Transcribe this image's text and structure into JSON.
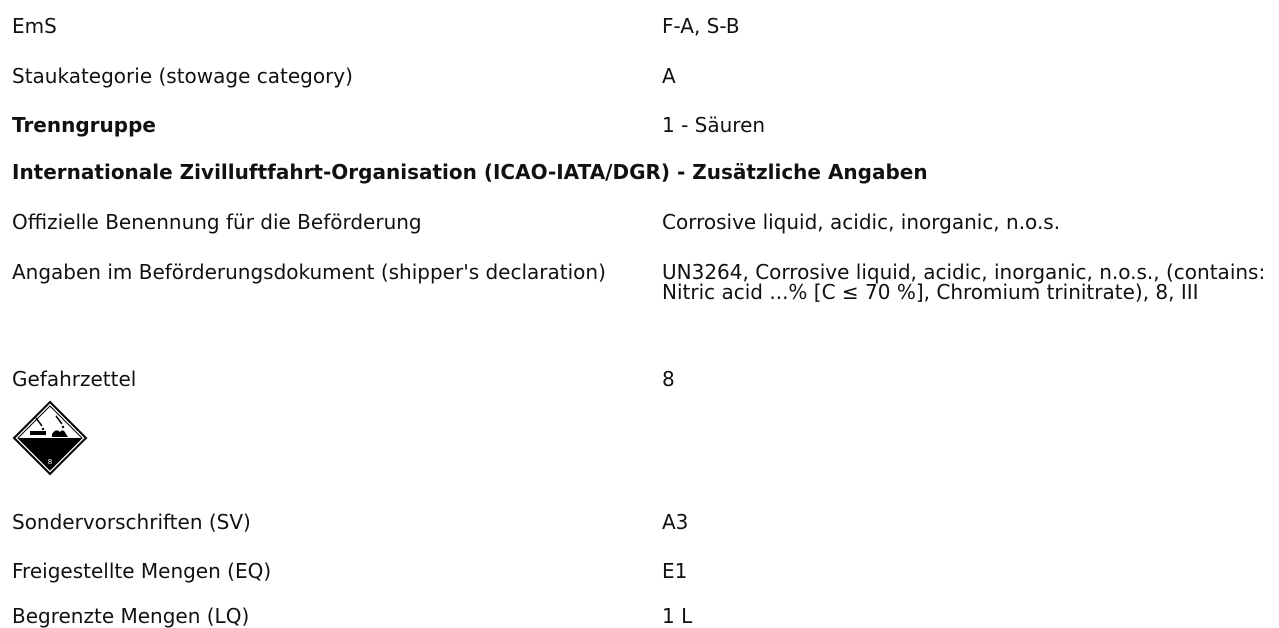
{
  "rows_top": [
    {
      "label": "EmS",
      "value": "F-A, S-B"
    },
    {
      "label": "Staukategorie (stowage category)",
      "value": "A"
    },
    {
      "label": "Trenngruppe",
      "value": "1 - Säuren"
    }
  ],
  "section_heading": "Internationale Zivilluftfahrt-Organisation (ICAO-IATA/DGR) - Zusätzliche Angaben",
  "rows_icao": [
    {
      "label": "Offizielle Benennung für die Beförderung",
      "value": "Corrosive liquid, acidic, inorganic, n.o.s."
    },
    {
      "label": "Angaben im Beförderungsdokument (shipper's declaration)",
      "value": "UN3264, Corrosive liquid, acidic, inorganic, n.o.s., (contains: Nitric acid ...% [C ≤ 70 %], Chromium trinitrate), 8, III"
    },
    {
      "label": "Gefahrzettel",
      "value": "8"
    }
  ],
  "hazard_label": {
    "icon": "corrosive-class-8-diamond-icon",
    "class_number": "8"
  },
  "rows_bottom": [
    {
      "label": "Sondervorschriften (SV)",
      "value": "A3"
    },
    {
      "label": "Freigestellte Mengen (EQ)",
      "value": "E1"
    },
    {
      "label": "Begrenzte Mengen (LQ)",
      "value": "1 L"
    }
  ]
}
